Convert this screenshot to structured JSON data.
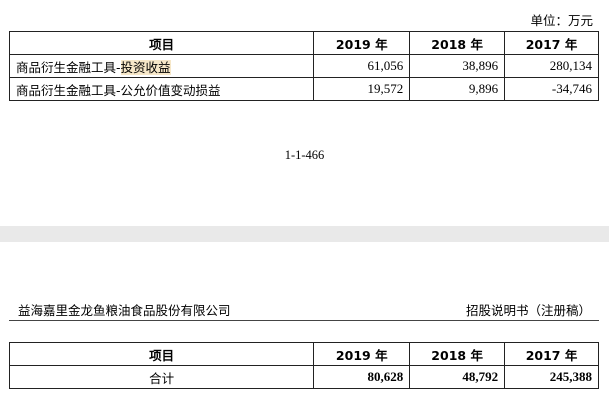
{
  "unit_label": "单位：万元",
  "table_header": {
    "item": "项目",
    "y2019": "2019 年",
    "y2018": "2018 年",
    "y2017": "2017 年"
  },
  "rows_top": [
    {
      "label_prefix": "商品衍生金融工具-",
      "label_highlight": "投资收益",
      "v2019": "61,056",
      "v2018": "38,896",
      "v2017": "280,134"
    },
    {
      "label": "商品衍生金融工具-公允价值变动损益",
      "v2019": "19,572",
      "v2018": "9,896",
      "v2017": "-34,746"
    }
  ],
  "page_number": "1-1-466",
  "header": {
    "company": "益海嘉里金龙鱼粮油食品股份有限公司",
    "doc_type": "招股说明书（注册稿）"
  },
  "rows_bottom": [
    {
      "label": "合计",
      "v2019": "80,628",
      "v2018": "48,792",
      "v2017": "245,388"
    }
  ]
}
